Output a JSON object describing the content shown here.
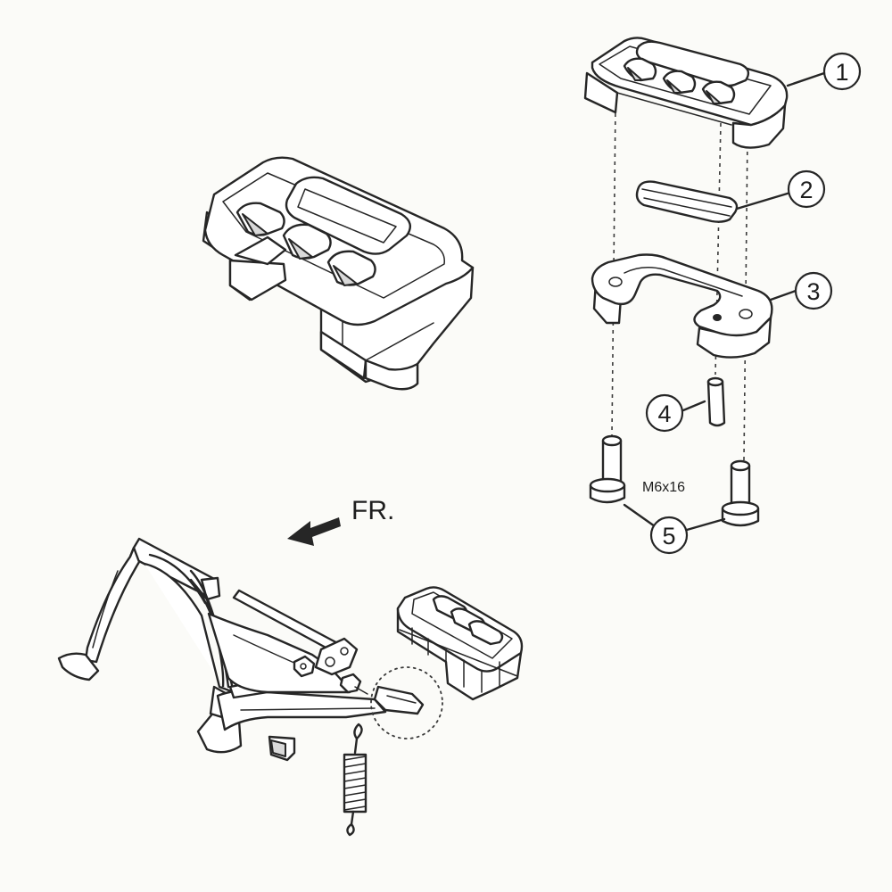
{
  "callouts": [
    {
      "number": "1"
    },
    {
      "number": "2"
    },
    {
      "number": "3"
    },
    {
      "number": "4"
    },
    {
      "number": "5"
    }
  ],
  "labels": {
    "bolt_size": "M6x16",
    "direction": "FR."
  }
}
